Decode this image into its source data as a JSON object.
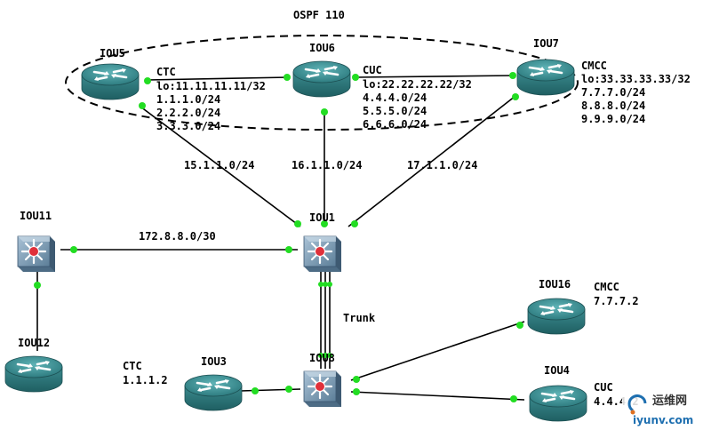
{
  "title": "OSPF 110",
  "devices": {
    "iou5": {
      "name": "IOU5",
      "isp": "CTC",
      "nets": [
        "lo:11.11.11.11/32",
        "1.1.1.0/24",
        "2.2.2.0/24",
        "3.3.3.0/24"
      ]
    },
    "iou6": {
      "name": "IOU6",
      "isp": "CUC",
      "nets": [
        "lo:22.22.22.22/32",
        "4.4.4.0/24",
        "5.5.5.0/24",
        "6.6.6.0/24"
      ]
    },
    "iou7": {
      "name": "IOU7",
      "isp": "CMCC",
      "nets": [
        "lo:33.33.33.33/32",
        "7.7.7.0/24",
        "8.8.8.0/24",
        "9.9.9.0/24"
      ]
    },
    "iou1": {
      "name": "IOU1"
    },
    "iou11": {
      "name": "IOU11"
    },
    "iou12": {
      "name": "IOU12"
    },
    "iou3": {
      "name": "IOU3",
      "isp": "CTC",
      "ip": "1.1.1.2"
    },
    "iou8": {
      "name": "IOU8"
    },
    "iou16": {
      "name": "IOU16",
      "isp": "CMCC",
      "ip": "7.7.7.2"
    },
    "iou4": {
      "name": "IOU4",
      "isp": "CUC",
      "ip": "4.4.4.2"
    }
  },
  "links": {
    "l_5_1": "15.1.1.0/24",
    "l_6_1": "16.1.1.0/24",
    "l_7_1": "17.1.1.0/24",
    "l_11_1": "172.8.8.0/30",
    "trunk": "Trunk"
  },
  "watermark": {
    "cn": "运维网",
    "url": "iyunv.com"
  },
  "colors": {
    "router": "#3f8f93",
    "switch": "#6f8fa8",
    "link_dot": "#22dd22",
    "ospf_ring": "#000000"
  }
}
